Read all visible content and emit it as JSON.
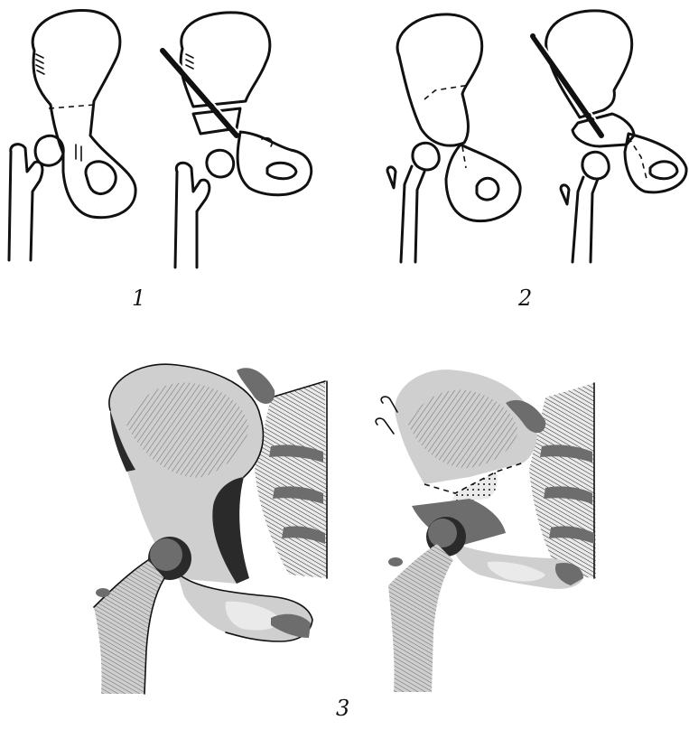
{
  "panels": [
    {
      "label": "1"
    },
    {
      "label": "2"
    },
    {
      "label": "3"
    }
  ],
  "style": {
    "ink": "#111111",
    "background": "#ffffff"
  }
}
